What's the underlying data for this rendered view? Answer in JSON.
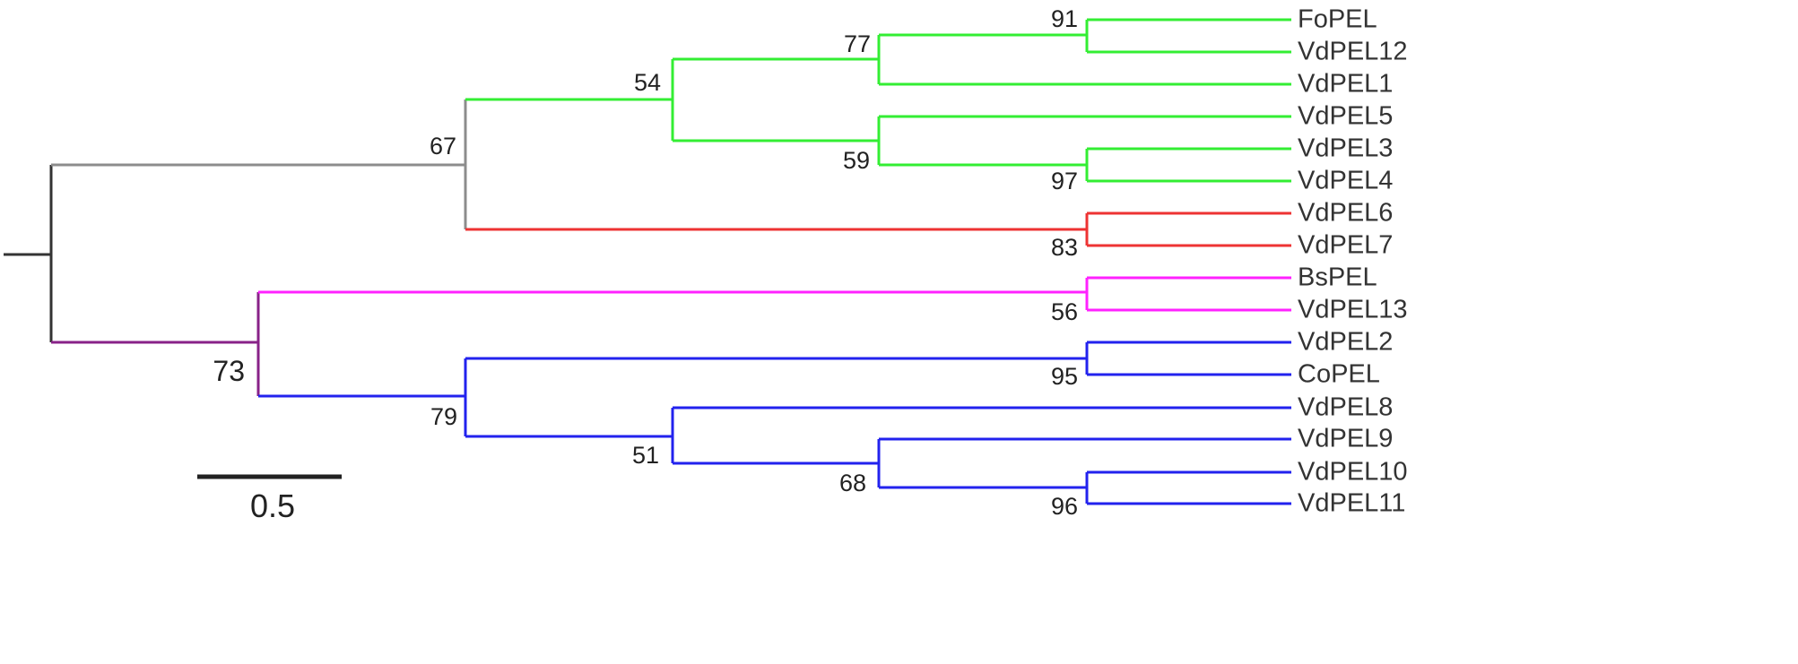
{
  "colors": {
    "root": "#333333",
    "backbone": "#8c8c8c",
    "clade_green": "#33ee33",
    "clade_red": "#ee3333",
    "clade_magenta": "#ff22ff",
    "clade_blue": "#2222ee",
    "clade_purple": "#882288"
  },
  "leaves": [
    "FoPEL",
    "VdPEL12",
    "VdPEL1",
    "VdPEL5",
    "VdPEL3",
    "VdPEL4",
    "VdPEL6",
    "VdPEL7",
    "BsPEL",
    "VdPEL13",
    "VdPEL2",
    "CoPEL",
    "VdPEL8",
    "VdPEL9",
    "VdPEL10",
    "VdPEL11"
  ],
  "support_values": {
    "n91": "91",
    "n77": "77",
    "n54": "54",
    "n67": "67",
    "n59": "59",
    "n97": "97",
    "n83": "83",
    "n56": "56",
    "n73": "73",
    "n95": "95",
    "n79": "79",
    "n51": "51",
    "n68": "68",
    "n96": "96"
  },
  "scale_bar": {
    "label": "0.5"
  }
}
